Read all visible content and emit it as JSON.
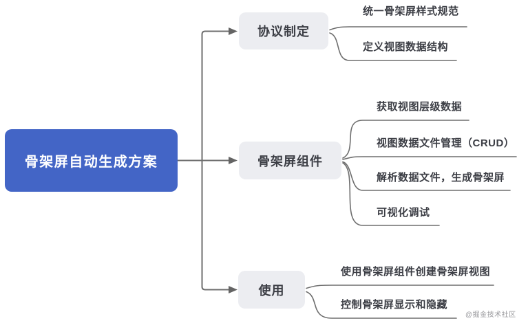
{
  "root": {
    "label": "骨架屏自动生成方案"
  },
  "branches": [
    {
      "label": "协议制定",
      "children": [
        {
          "label": "统一骨架屏样式规范"
        },
        {
          "label": "定义视图数据结构"
        }
      ]
    },
    {
      "label": "骨架屏组件",
      "children": [
        {
          "label": "获取视图层级数据"
        },
        {
          "label": "视图数据文件管理（CRUD）"
        },
        {
          "label": "解析数据文件，生成骨架屏"
        },
        {
          "label": "可视化调试"
        }
      ]
    },
    {
      "label": "使用",
      "children": [
        {
          "label": "使用骨架屏组件创建骨架屏视图"
        },
        {
          "label": "控制骨架屏显示和隐藏"
        }
      ]
    }
  ],
  "watermark": {
    "text": "@掘金技术社区"
  },
  "colors": {
    "root_bg": "#4365c6",
    "root_text": "#ffffff",
    "branch_bg": "#ecedf1",
    "text_dark": "#3c3e45",
    "line": "#6e6e6e",
    "watermark": "#97979b"
  }
}
